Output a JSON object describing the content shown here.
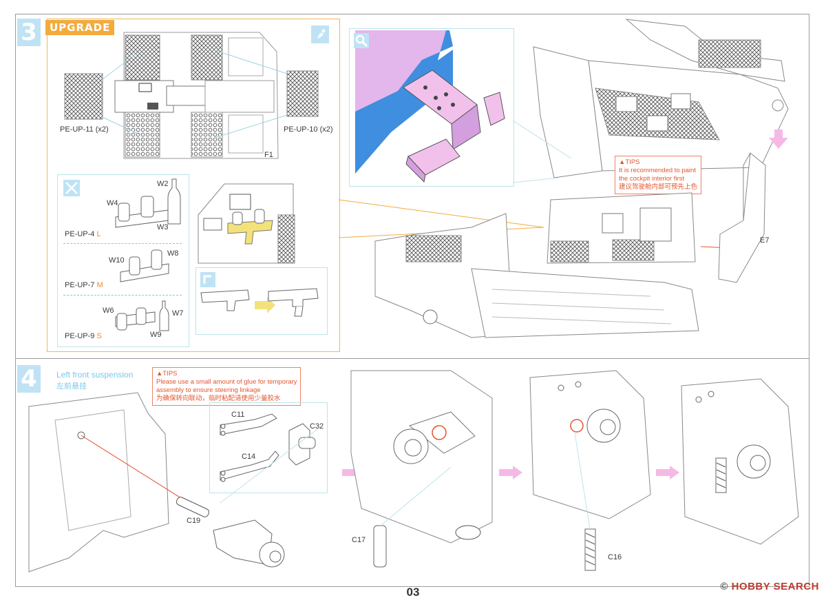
{
  "page": {
    "number": "03",
    "watermark": "HOBBY SEARCH",
    "watermark_mark": "©"
  },
  "step3": {
    "number": "3",
    "badge": "UPGRADE",
    "photoetch": {
      "left_label": "PE-UP-11 (x2)",
      "right_label": "PE-UP-10 (x2)",
      "part": "F1"
    },
    "bottles": {
      "group_a": {
        "label": "PE-UP-4",
        "size": "L",
        "parts": [
          "W4",
          "W2",
          "W3"
        ]
      },
      "group_b": {
        "label": "PE-UP-7",
        "size": "M",
        "parts": [
          "W10",
          "W8"
        ]
      },
      "group_c": {
        "label": "PE-UP-9",
        "size": "S",
        "parts": [
          "W6",
          "W7",
          "W9"
        ]
      }
    },
    "tips": {
      "head": "▲TIPS",
      "line1": "It is recommended to paint",
      "line2": "the cockpit interior first",
      "line3": "建议驾驶舱内部可预先上色"
    },
    "part_e7": "E7"
  },
  "step4": {
    "number": "4",
    "title_en": "Left front suspension",
    "title_cn": "左前悬挂",
    "tips": {
      "head": "▲TIPS",
      "line1": "Please use a small amount of glue for temporary",
      "line2": "assembly to ensure steering linkage",
      "line3": "为确保转向联动，临时粘配请使用少量胶水"
    },
    "parts": {
      "c11": "C11",
      "c14": "C14",
      "c32": "C32",
      "c19": "C19",
      "c17": "C17",
      "c16": "C16"
    }
  },
  "colors": {
    "accent_orange": "#f3ab3c",
    "step_blue": "#bfe3f4",
    "tips_red": "#e4552e",
    "arrow_pink": "#f5b9e6"
  }
}
